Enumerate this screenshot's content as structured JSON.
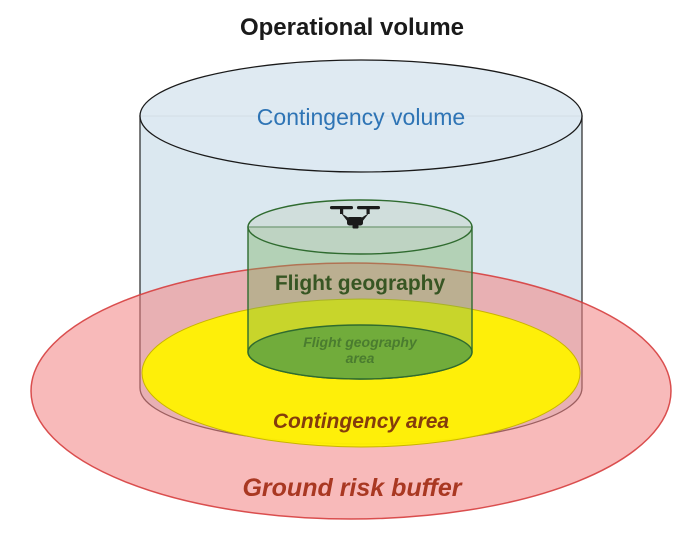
{
  "diagram": {
    "title": "Operational volume",
    "labels": {
      "contingency_volume": "Contingency volume",
      "flight_geography": "Flight geography",
      "flight_geography_area_line1": "Flight geography",
      "flight_geography_area_line2": "area",
      "contingency_area": "Contingency area",
      "ground_risk_buffer": "Ground risk buffer"
    },
    "colors": {
      "title_text": "#1A1A1A",
      "contingency_volume_text": "#2E74B5",
      "flight_geography_text": "#375623",
      "flight_geography_area_text": "#4A7C2F",
      "contingency_area_text": "#843C0C",
      "ground_risk_buffer_text": "#A93822",
      "operational_volume_fill": "#DCE8F0",
      "ground_risk_buffer_fill": "#F28C8C",
      "contingency_area_fill": "#FFF200",
      "flight_geography_fill": "#62A43E"
    },
    "icons": {
      "drone": "drone-icon"
    }
  }
}
